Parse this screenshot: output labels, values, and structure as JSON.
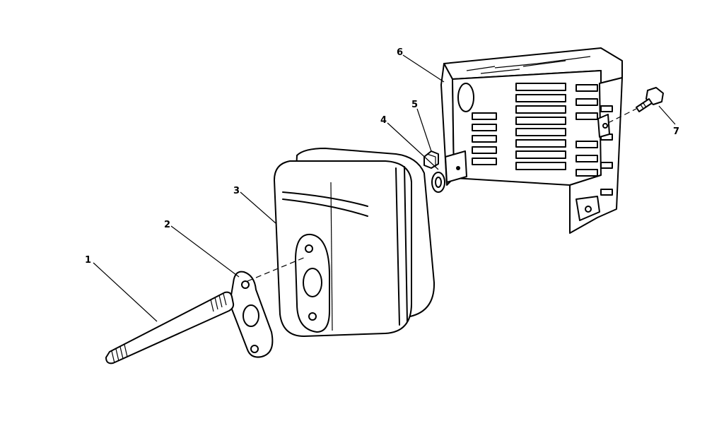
{
  "callouts": {
    "part1": "1",
    "part2": "2",
    "part3": "3",
    "part4": "4",
    "part5": "5",
    "part6": "6",
    "part7": "7"
  },
  "colors": {
    "line": "#000000",
    "background": "#ffffff"
  }
}
